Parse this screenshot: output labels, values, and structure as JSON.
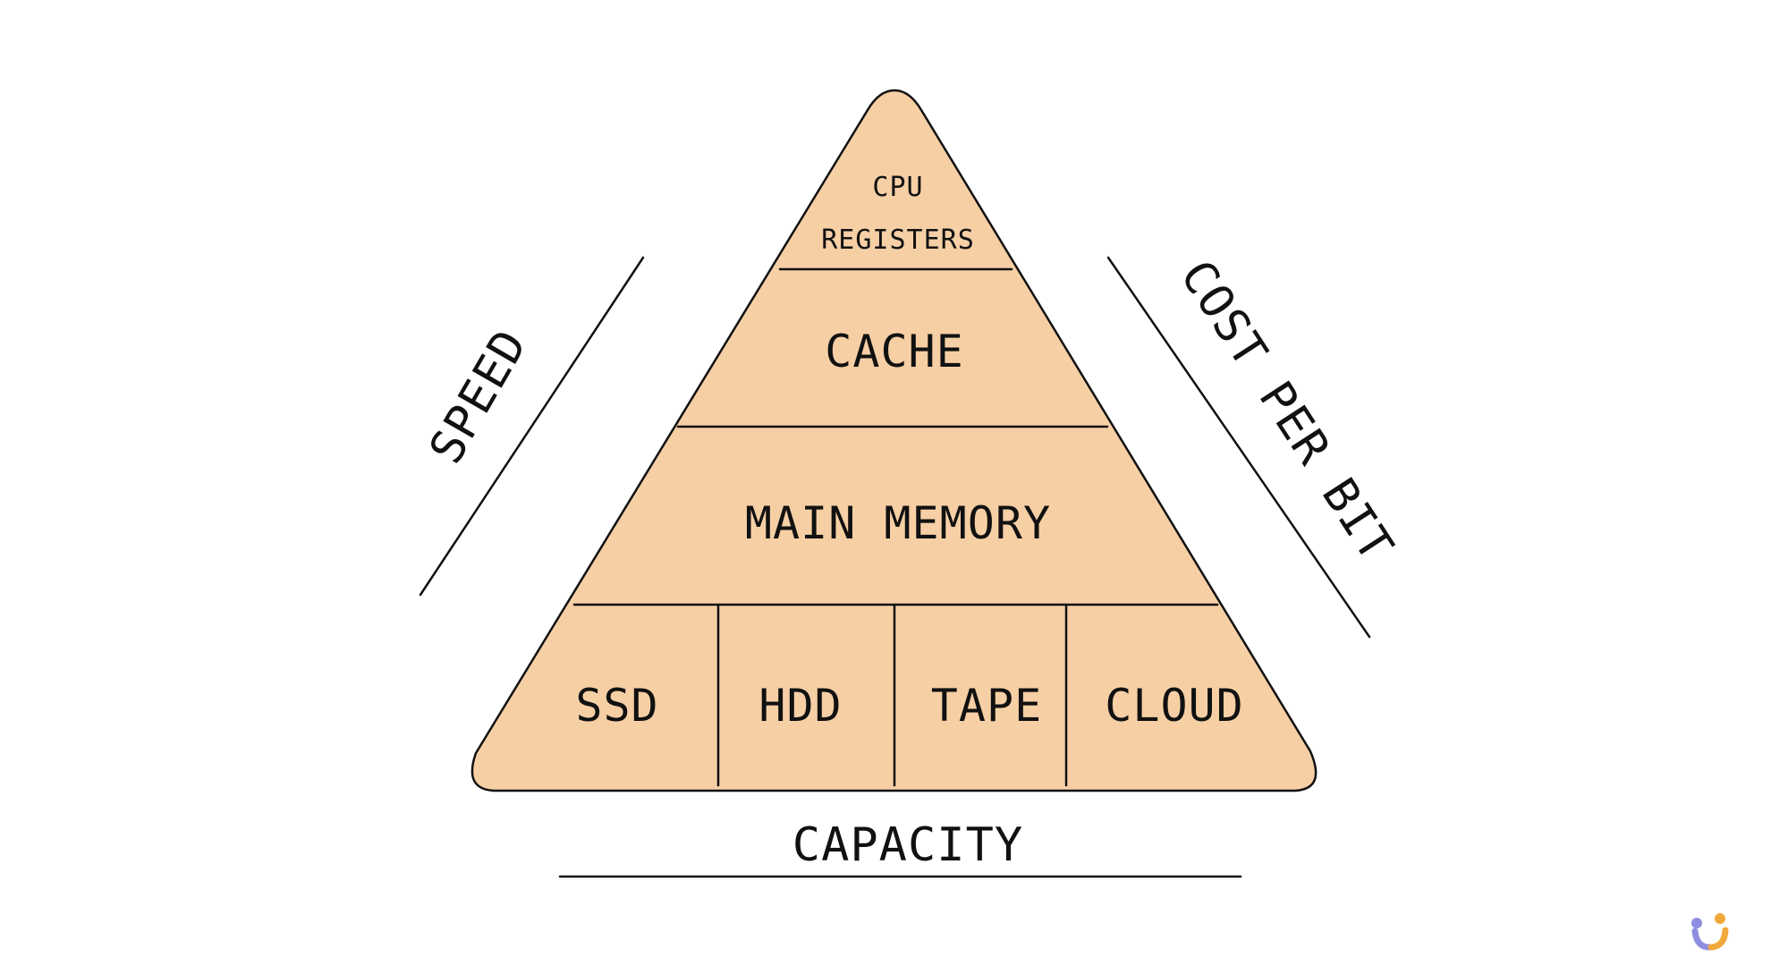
{
  "pyramid": {
    "fill_color": "#f6cfa5",
    "line_color": "#111111",
    "levels": {
      "registers": [
        "CPU",
        "REGISTERS"
      ],
      "cache": "CACHE",
      "main_memory": "MAIN MEMORY",
      "storage": [
        "SSD",
        "HDD",
        "TAPE",
        "CLOUD"
      ]
    }
  },
  "axes": {
    "left": "SPEED",
    "right": "COST PER BIT",
    "bottom": "CAPACITY"
  },
  "logo": {
    "icon": "brand-logo-icon",
    "colors": [
      "#8e8ee0",
      "#f2a93b"
    ]
  }
}
